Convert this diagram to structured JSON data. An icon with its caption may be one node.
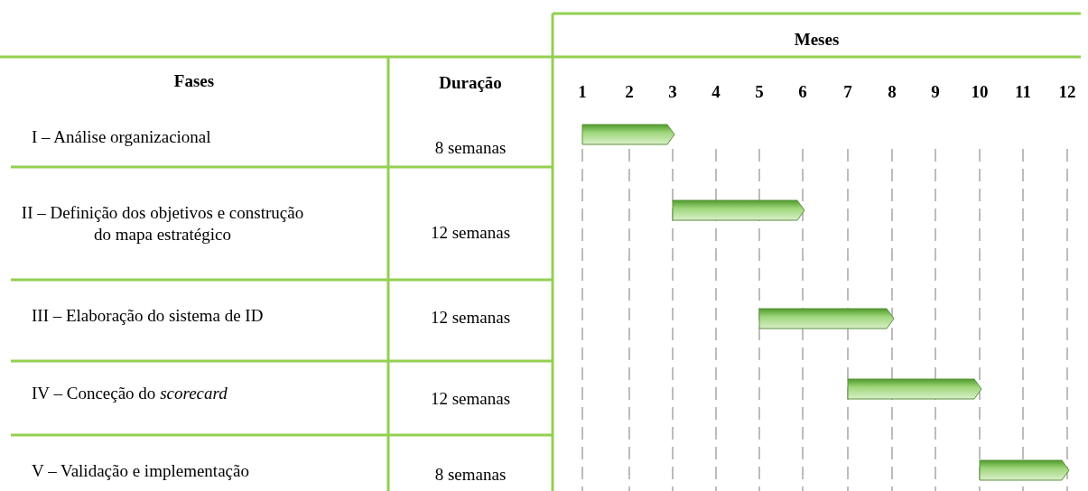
{
  "diagram": {
    "nodes": [
      {
        "text": [],
        "shape": "bar"
      },
      {
        "text": [],
        "shape": "bar"
      },
      {
        "text": [],
        "shape": "bar"
      },
      {
        "text": [],
        "shape": "bar"
      },
      {
        "text": [],
        "shape": "bar"
      }
    ],
    "labels": [
      "Meses",
      "Fases",
      "Duração",
      "1",
      "2",
      "3",
      "4",
      "5",
      "6",
      "7",
      "8",
      "9",
      "10",
      "11",
      "12",
      "I – Análise organizacional",
      "8 semanas",
      "II – Definição dos objetivos e construção do mapa estratégico",
      "12 semanas",
      "III – Elaboração do sistema de ID",
      "12 semanas",
      "IV – Conceção do *scorecard*",
      "12 semanas",
      "V – Validação e implementação",
      "8 semanas"
    ]
  }
}
